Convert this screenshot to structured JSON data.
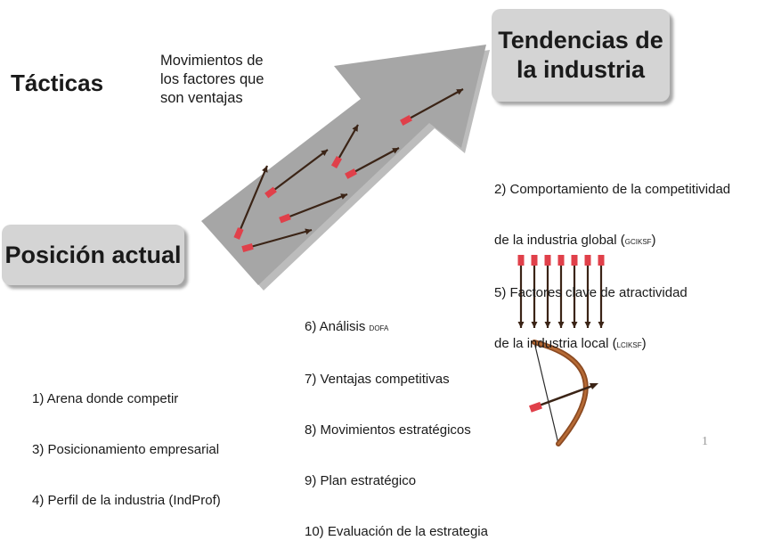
{
  "tacticas": "Tácticas",
  "movimientos": [
    "Movimientos de",
    "los factores que",
    "son ventajas"
  ],
  "tendencias": [
    "Tendencias de",
    "la industria"
  ],
  "posicion_actual": "Posición actual",
  "list_tendencias": [
    {
      "text": "2) Comportamiento de la competitividad",
      "sc": ""
    },
    {
      "text": "de la industria global (",
      "sc": "gciksf",
      "tail": ")"
    },
    {
      "text": "5) Factores clave de atractividad",
      "sc": ""
    },
    {
      "text": "de la industria local (",
      "sc": "lciksf",
      "tail": ")"
    }
  ],
  "list_estrategia": [
    {
      "text": "6) Análisis ",
      "sc": "dofa"
    },
    {
      "text": "7) Ventajas competitivas",
      "sc": ""
    },
    {
      "text": "8) Movimientos estratégicos",
      "sc": ""
    },
    {
      "text": "9) Plan estratégico",
      "sc": ""
    },
    {
      "text": "10) Evaluación de la estrategia",
      "sc": ""
    }
  ],
  "list_posicion": [
    "1) Arena donde competir",
    "3) Posicionamiento empresarial",
    "4) Perfil de la industria (IndProf)"
  ],
  "page_number": "1",
  "colors": {
    "big_arrow": "#a6a6a6",
    "box_fill": "#d4d4d4",
    "arrow_shaft": "#3b2416",
    "arrow_head": "#e0404a",
    "bow": "#8b4a22"
  }
}
